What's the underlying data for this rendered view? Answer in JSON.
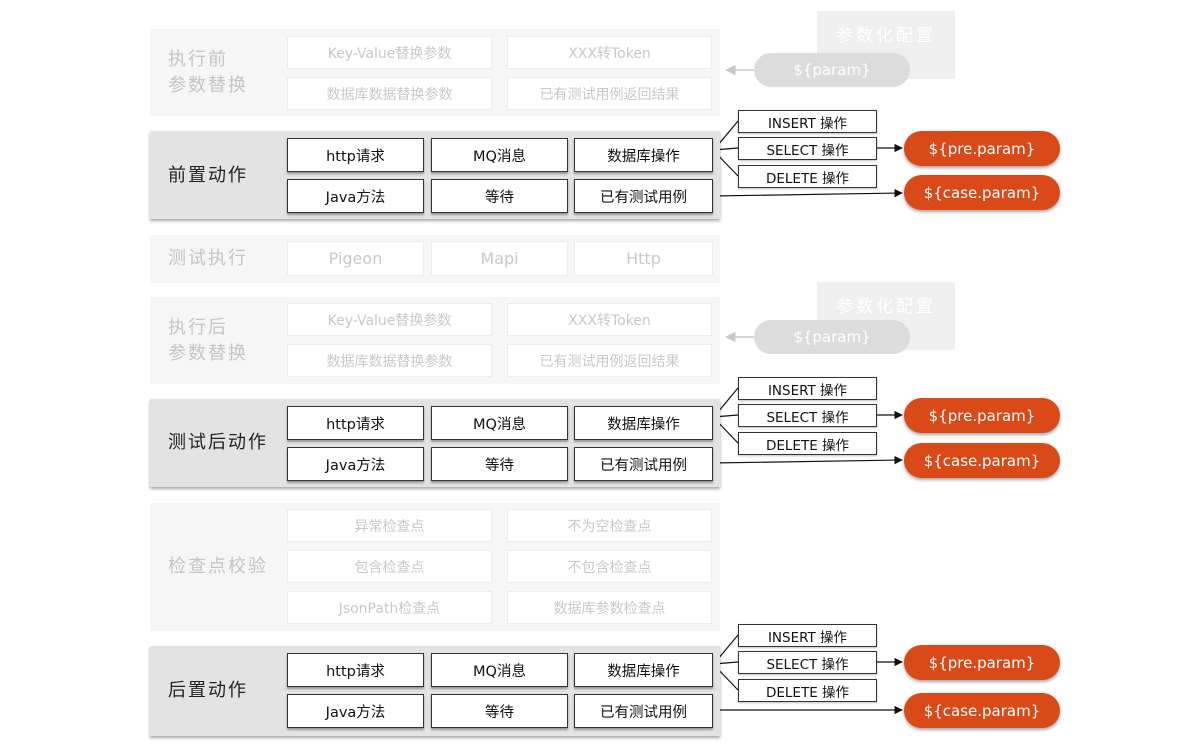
{
  "sections": {
    "pre_replace": {
      "label": "执行前\n参数替换",
      "items": [
        "Key-Value替换参数",
        "XXX转Token",
        "数据库数据替换参数",
        "已有测试用例返回结果"
      ]
    },
    "pre_action": {
      "label": "前置动作",
      "items": [
        "http请求",
        "MQ消息",
        "数据库操作",
        "Java方法",
        "等待",
        "已有测试用例"
      ]
    },
    "test_exec": {
      "label": "测试执行",
      "items": [
        "Pigeon",
        "Mapi",
        "Http"
      ]
    },
    "post_replace": {
      "label": "执行后\n参数替换",
      "items": [
        "Key-Value替换参数",
        "XXX转Token",
        "数据库数据替换参数",
        "已有测试用例返回结果"
      ]
    },
    "post_test_action": {
      "label": "测试后动作",
      "items": [
        "http请求",
        "MQ消息",
        "数据库操作",
        "Java方法",
        "等待",
        "已有测试用例"
      ]
    },
    "checkpoint": {
      "label": "检查点校验",
      "items": [
        "异常检查点",
        "不为空检查点",
        "包含检查点",
        "不包含检查点",
        "JsonPath检查点",
        "数据库参数检查点"
      ]
    },
    "post_action": {
      "label": "后置动作",
      "items": [
        "http请求",
        "MQ消息",
        "数据库操作",
        "Java方法",
        "等待",
        "已有测试用例"
      ]
    }
  },
  "db_operations": [
    "INSERT 操作",
    "SELECT 操作",
    "DELETE 操作"
  ],
  "outputs": {
    "pre_param": "${pre.param}",
    "case_param": "${case.param}"
  },
  "param_config": {
    "title": "参数化配置",
    "param": "${param}"
  },
  "colors": {
    "accent": "#d94a18",
    "active_panel": "#e3e3e3",
    "faded_panel": "#f6f6f6",
    "faded_text": "#c4c4c4"
  }
}
